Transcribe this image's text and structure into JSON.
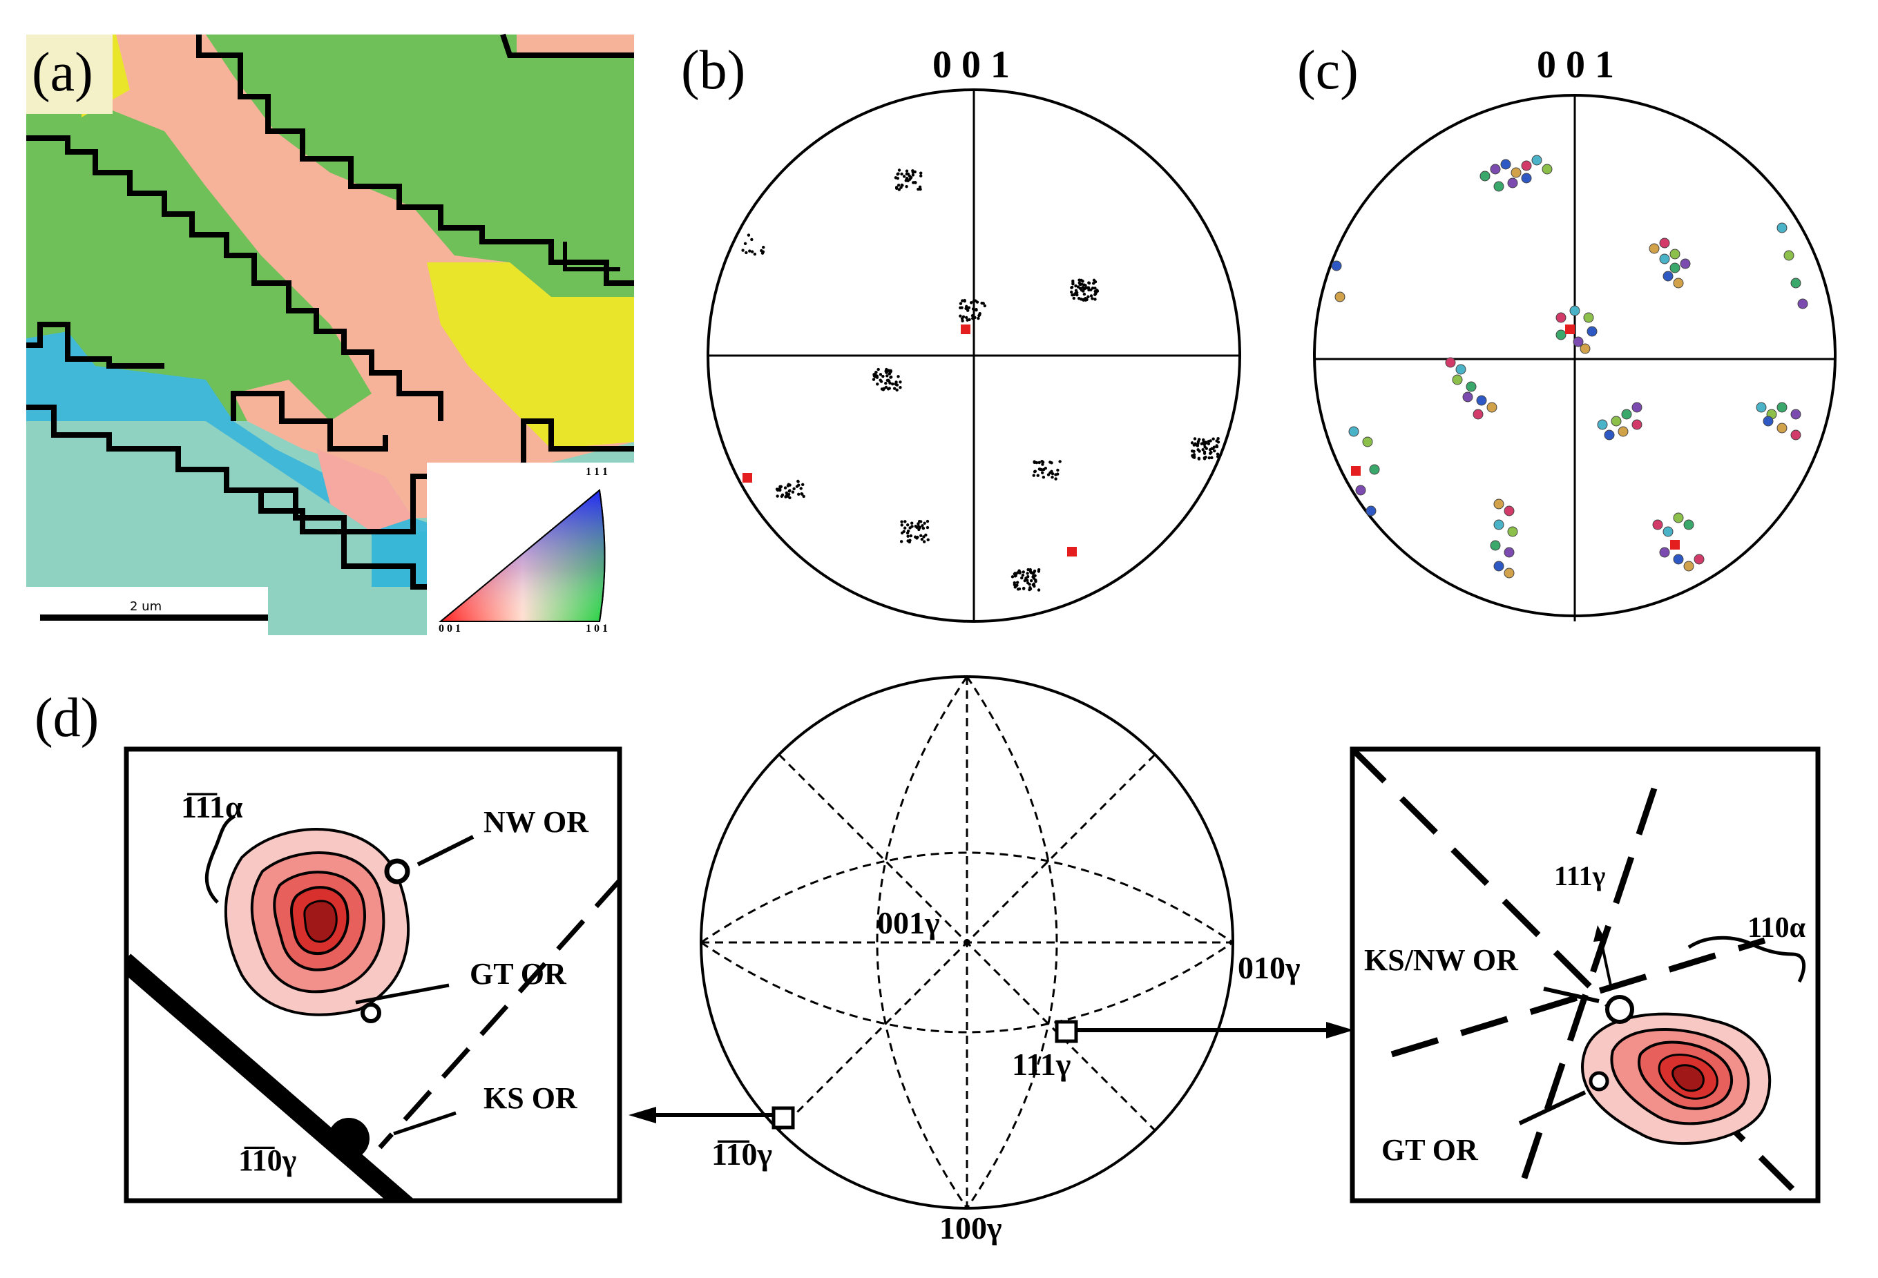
{
  "panels": {
    "a": {
      "label": "(a)",
      "scale_bar_text": "2 um",
      "ipf_key": {
        "top": "1 1 1",
        "left": "0 0 1",
        "right": "1 0 1"
      }
    },
    "b": {
      "label": "(b)",
      "pole_label": "0 0 1"
    },
    "c": {
      "label": "(c)",
      "pole_label": "0 0 1"
    },
    "d": {
      "label": "(d)",
      "left_box": {
        "plane_label": "1̅1̅1α",
        "nw": "NW OR",
        "gt": "GT OR",
        "ks": "KS OR",
        "bottom_label": "1̅1̅0γ"
      },
      "center": {
        "center_label": "001γ",
        "right_label": "010γ",
        "bottom_label": "100γ",
        "pole111": "111γ",
        "pole1m10": "1̅1̅0γ"
      },
      "right_box": {
        "pole": "111γ",
        "family": "110α",
        "ksnw": "KS/NW OR",
        "gt": "GT OR"
      }
    }
  },
  "colors": {
    "green": "#6fc058",
    "salmon": "#f7b39a",
    "yellow": "#e9e52a",
    "cyan": "#38b7d6",
    "teal": "#8fd2c2",
    "red_marker": "#e41e1e"
  }
}
